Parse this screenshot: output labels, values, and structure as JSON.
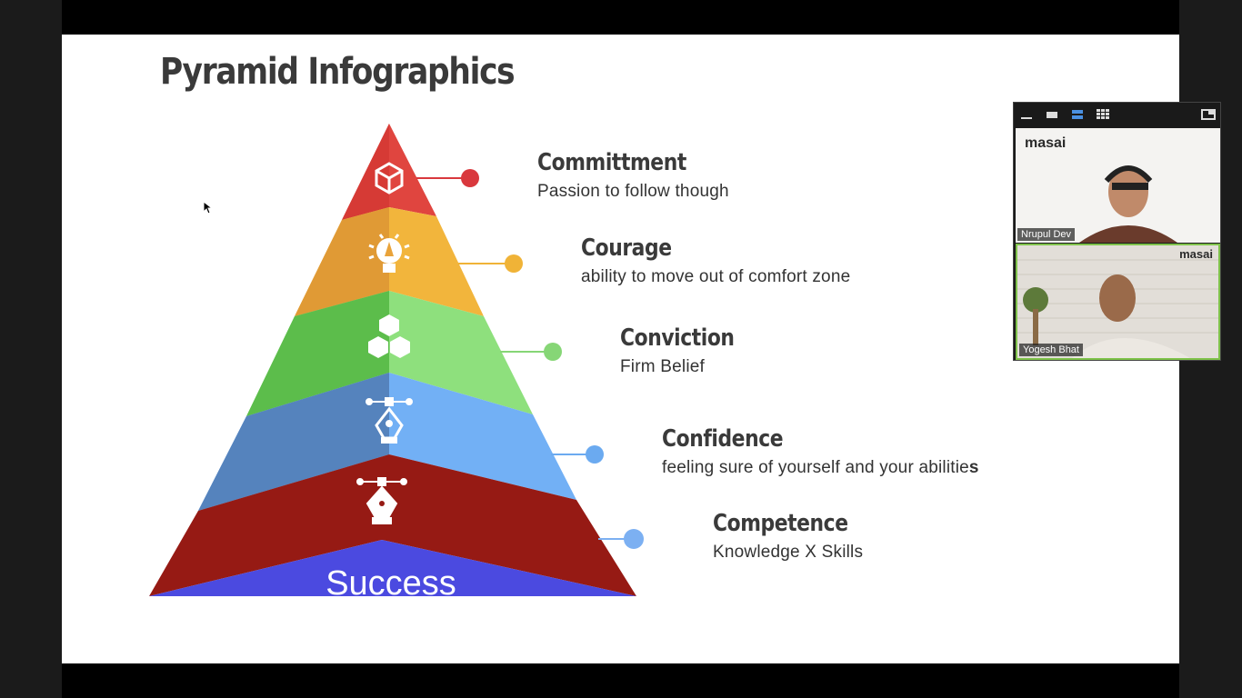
{
  "slide": {
    "title": "Pyramid Infographics",
    "base_label": "Success",
    "levels": [
      {
        "title": "Committment",
        "desc": "Passion to follow though",
        "icon": "cube-icon",
        "color": "#e0453f",
        "dot": "#d9383d"
      },
      {
        "title": "Courage",
        "desc": "ability to move out of comfort zone",
        "icon": "lightbulb-pen-icon",
        "color": "#f2b53c",
        "dot": "#f0b337"
      },
      {
        "title": "Conviction",
        "desc": "Firm Belief",
        "icon": "boxes-icon",
        "color": "#7ed36d",
        "dot": "#86d676"
      },
      {
        "title": "Confidence",
        "desc": "feeling sure of yourself and your abilitie",
        "desc_bold": "s",
        "icon": "pen-tool-icon",
        "color": "#66a6f0",
        "dot": "#6baaf0"
      },
      {
        "title": "Competence",
        "desc": "Knowledge X Skills",
        "icon": "vector-anchor-icon",
        "color": "#9a1a14",
        "dot": "#7cb0f2"
      }
    ],
    "success_color": "#4b4ae0"
  },
  "participants": [
    {
      "name": "Nrupul Dev",
      "brand": "masai"
    },
    {
      "name": "Yogesh Bhat",
      "brand": "masai"
    }
  ],
  "panel_controls": [
    "minimize-icon",
    "speaker-view-icon",
    "active-speaker-icon",
    "gallery-view-icon",
    "popout-icon"
  ]
}
